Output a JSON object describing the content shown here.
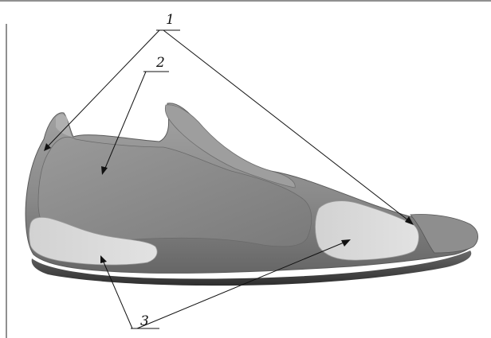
{
  "figure": {
    "callouts": [
      {
        "number": "1"
      },
      {
        "number": "2"
      },
      {
        "number": "3"
      }
    ]
  },
  "colors": {
    "background": "#ffffff",
    "frame": "#222222",
    "shoe_body": "#8c8c8c",
    "shoe_shadow": "#4a4a4a",
    "insert_light": "#d8d8d8",
    "leader_lines": "#111111"
  }
}
